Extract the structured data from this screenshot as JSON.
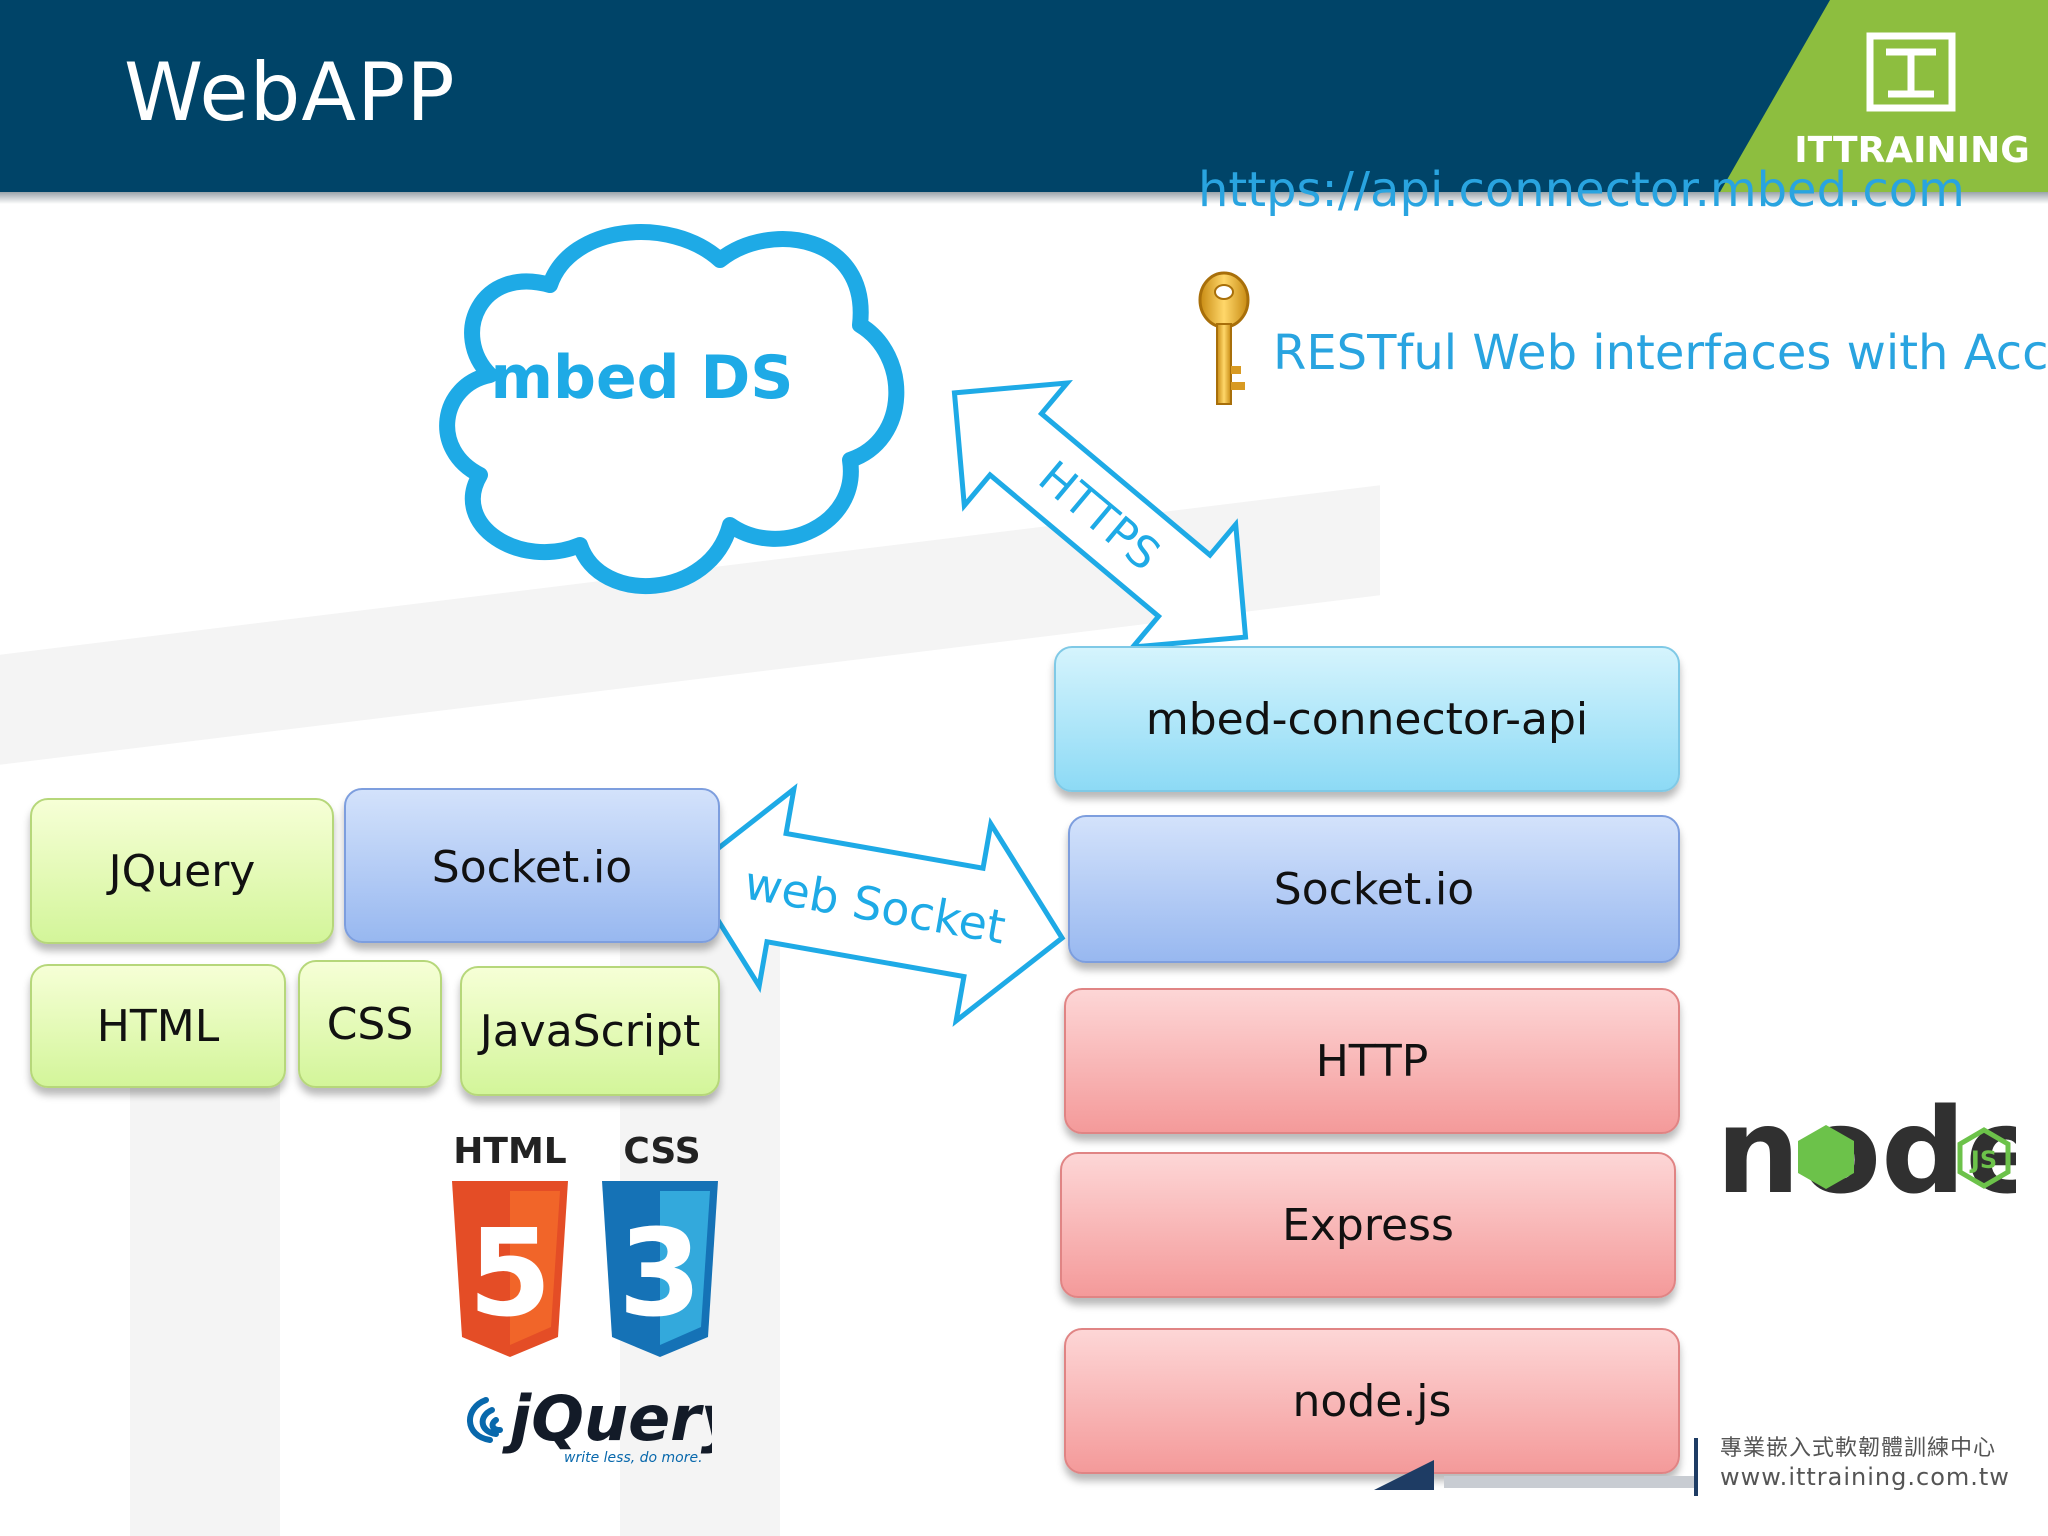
{
  "slide": {
    "title": "WebAPP"
  },
  "brand": {
    "name": "ITTRAINING",
    "accent_color": "#8dbe3f",
    "header_color": "#004468"
  },
  "cloud": {
    "label": "mbed DS"
  },
  "arrows": {
    "https_label": "HTTPS",
    "websocket_label": "web Socket"
  },
  "api": {
    "url": "https://api.connector.mbed.com",
    "description": "RESTful Web interfaces with Acces"
  },
  "client_stack": {
    "jquery": "JQuery",
    "socketio": "Socket.io",
    "html": "HTML",
    "css": "CSS",
    "javascript": "JavaScript"
  },
  "server_stack": {
    "connector": "mbed-connector-api",
    "socketio": "Socket.io",
    "http": "HTTP",
    "express": "Express",
    "nodejs": "node.js"
  },
  "logos": {
    "html5_label": "HTML",
    "css3_label": "CSS",
    "html5_digit": "5",
    "css3_digit": "3",
    "jquery_name": "jQuery",
    "jquery_tagline": "write less, do more.",
    "node_name": "node",
    "node_badge": "JS"
  },
  "footer": {
    "org_name": "專業嵌入式軟韌體訓練中心",
    "website": "www.ittraining.com.tw"
  }
}
